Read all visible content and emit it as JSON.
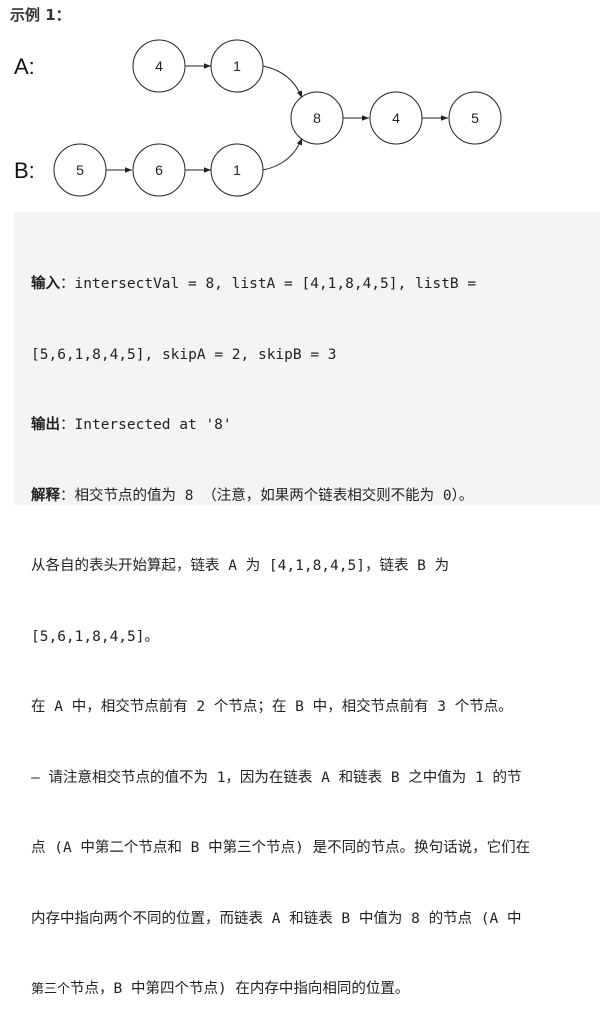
{
  "heading": "示例 1：",
  "diagram": {
    "label_a": "A:",
    "label_b": "B:",
    "list_a": [
      "4",
      "1"
    ],
    "list_b": [
      "5",
      "6",
      "1"
    ],
    "shared": [
      "8",
      "4",
      "5"
    ]
  },
  "explanation": {
    "input_label": "输入",
    "input_line1": "：intersectVal = 8, listA = [4,1,8,4,5], listB =",
    "input_line2": "[5,6,1,8,4,5], skipA = 2, skipB = 3",
    "output_label": "输出",
    "output_text": "：Intersected at '8'",
    "explain_label": "解释",
    "explain_line1": "：相交节点的值为 8 （注意，如果两个链表相交则不能为 0）。",
    "line3": "从各自的表头开始算起，链表 A 为 [4,1,8,4,5]，链表 B 为",
    "line4": "[5,6,1,8,4,5]。",
    "line5": "在 A 中，相交节点前有 2 个节点；在 B 中，相交节点前有 3 个节点。",
    "line6": "— 请注意相交节点的值不为 1，因为在链表 A 和链表 B 之中值为 1 的节",
    "line7": "点 (A 中第二个节点和 B 中第三个节点) 是不同的节点。换句话说，它们在",
    "line8": "内存中指向两个不同的位置，而链表 A 和链表 B 中值为 8 的节点 (A 中",
    "line9_small": "第三个",
    "line9_rest": "节点，B 中第四个节点) 在内存中指向相同的位置。"
  }
}
